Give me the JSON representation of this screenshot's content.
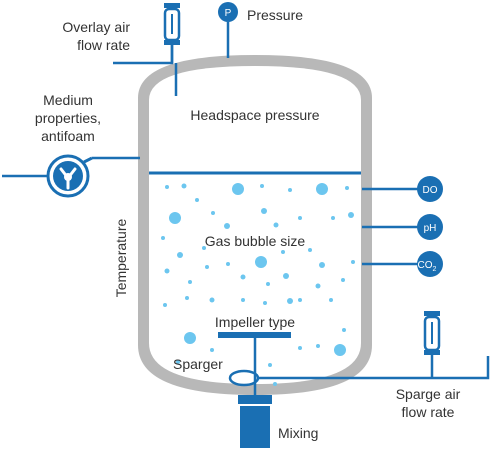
{
  "colors": {
    "process_line": "#1a6fb3",
    "vessel_wall": "#b8b8b8",
    "bubble": "#6cc6ef",
    "label_text": "#333333",
    "sensor_fill": "#1a6fb3"
  },
  "labels": {
    "overlay_air": [
      "Overlay air",
      "flow rate"
    ],
    "pressure": "Pressure",
    "pressure_gauge_letter": "P",
    "medium": [
      "Medium",
      "properties,",
      "antifoam"
    ],
    "headspace": "Headspace pressure",
    "temperature": "Temperature",
    "gas_bubble": "Gas bubble size",
    "impeller": "Impeller type",
    "sparger": "Sparger",
    "sparge_air": [
      "Sparge air",
      "flow rate"
    ],
    "mixing": "Mixing"
  },
  "sensors": [
    {
      "id": "do",
      "label": "DO"
    },
    {
      "id": "ph",
      "label": "pH"
    },
    {
      "id": "co2",
      "label": "CO",
      "sub": "2"
    }
  ],
  "icons": {
    "pump": "pump-icon",
    "flowmeter": "rotameter-icon",
    "pressure_gauge": "pressure-gauge-icon",
    "motor": "motor-icon"
  }
}
